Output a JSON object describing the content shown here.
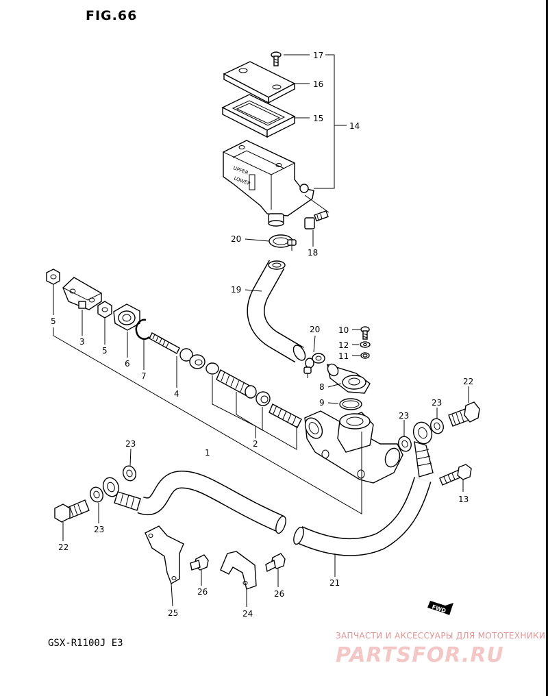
{
  "figure_title": "FIG.66",
  "model_code": "GSX-R1100J E3",
  "watermark": {
    "tagline": "ЗАПЧАСТИ И АКСЕССУАРЫ ДЛЯ МОТОТЕХНИКИ",
    "logo": "PARTSFOR.RU"
  },
  "reservoir_labels": {
    "upper": "UPPER",
    "lower": "LOWER"
  },
  "fwd_label": "FWD",
  "callouts": {
    "c17": "17",
    "c16": "16",
    "c15": "15",
    "c14": "14",
    "c20a": "20",
    "c18": "18",
    "c19": "19",
    "c20b": "20",
    "c10": "10",
    "c12": "12",
    "c11": "11",
    "c8": "8",
    "c9": "9",
    "c5a": "5",
    "c3": "3",
    "c5b": "5",
    "c6": "6",
    "c7": "7",
    "c4": "4",
    "c1": "1",
    "c2": "2",
    "c22a": "22",
    "c23a": "23",
    "c23b": "23",
    "c13": "13",
    "c23c": "23",
    "c23d": "23",
    "c22b": "22",
    "c21": "21",
    "c25": "25",
    "c26a": "26",
    "c24": "24",
    "c26b": "26"
  }
}
